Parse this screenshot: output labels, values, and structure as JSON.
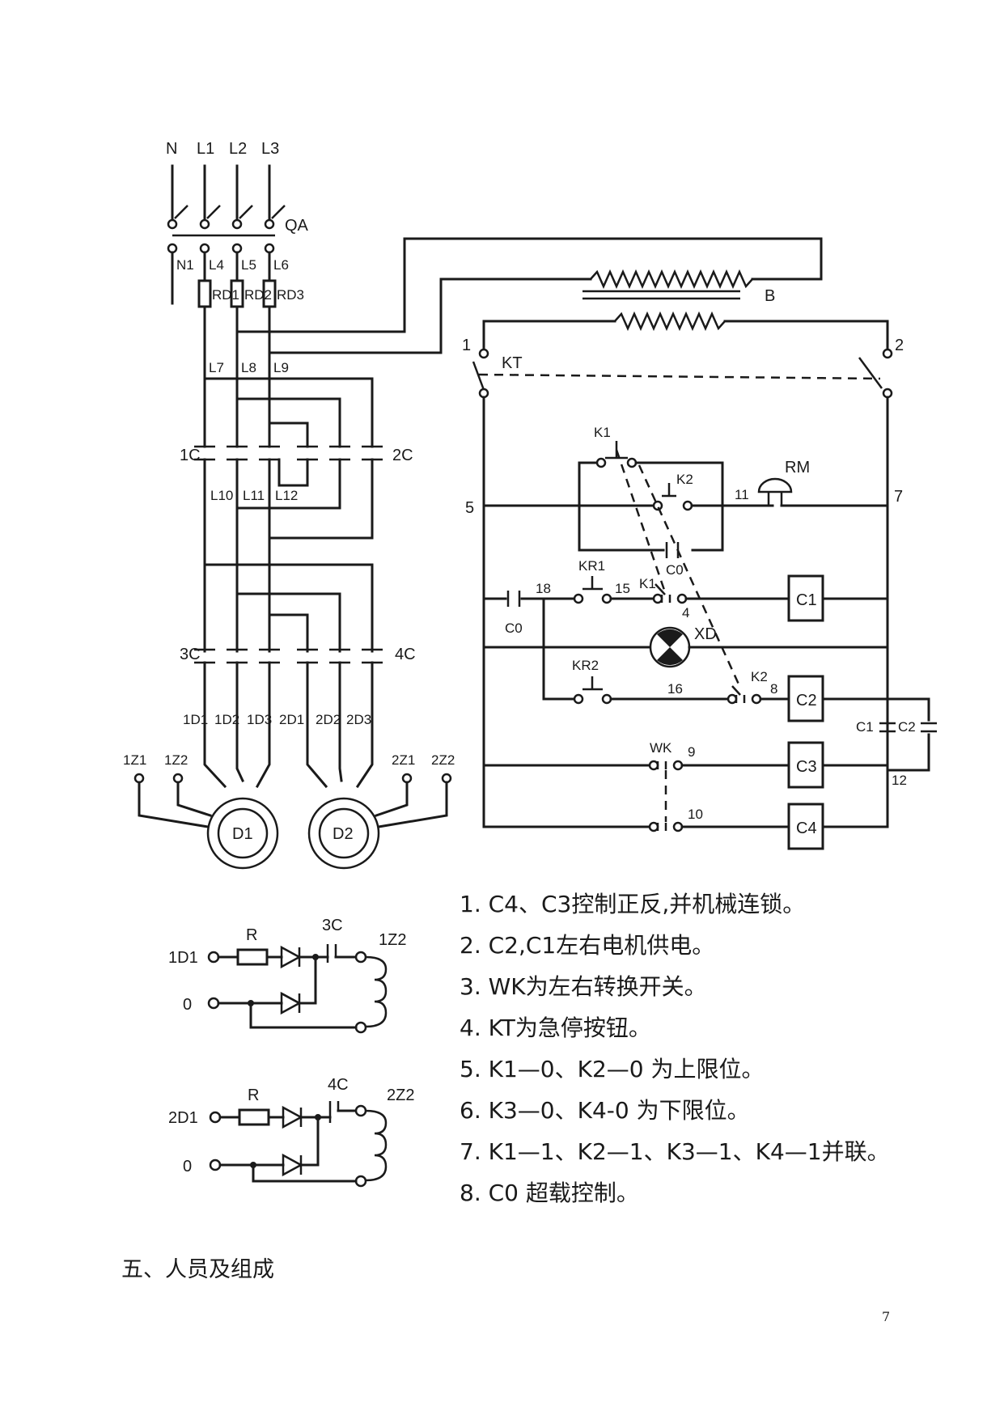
{
  "labels": {
    "N": "N",
    "L1": "L1",
    "L2": "L2",
    "L3": "L3",
    "QA": "QA",
    "N1": "N1",
    "L4": "L4",
    "L5": "L5",
    "L6": "L6",
    "RD1": "RD1",
    "RD2": "RD2",
    "RD3": "RD3",
    "L7": "L7",
    "L8": "L8",
    "L9": "L9",
    "C1": "1C",
    "C2": "2C",
    "L10": "L10",
    "L11": "L11",
    "L12": "L12",
    "C3": "3C",
    "C4": "4C",
    "D1_1": "1D1",
    "D1_2": "1D2",
    "D1_3": "1D3",
    "D2_1": "2D1",
    "D2_2": "2D2",
    "D2_3": "2D3",
    "Z1_1": "1Z1",
    "Z1_2": "1Z2",
    "Z2_1": "2Z1",
    "Z2_2": "2Z2",
    "motor1": "D1",
    "motor2": "D2",
    "B": "B",
    "KT": "KT",
    "n1": "1",
    "n2": "2",
    "K1": "K1",
    "K2": "K2",
    "RM": "RM",
    "n5": "5",
    "n7": "7",
    "n11": "11",
    "KR1": "KR1",
    "Co": "C0",
    "Co2": "C0",
    "n18": "18",
    "n15": "15",
    "K1b": "K1",
    "n4": "4",
    "coilC1": "C1",
    "XD": "XD",
    "KR2": "KR2",
    "n16": "16",
    "K2b": "K2",
    "n8": "8",
    "coilC2": "C2",
    "cC1": "C1",
    "cC2": "C2",
    "WK": "WK",
    "n9": "9",
    "coilC3": "C3",
    "n12": "12",
    "n10": "10",
    "coilC4": "C4"
  },
  "sub1": {
    "input": "1D1",
    "zero": "0",
    "R": "R",
    "contact": "3C",
    "coil": "1Z2"
  },
  "sub2": {
    "input": "2D1",
    "zero": "0",
    "R": "R",
    "contact": "4C",
    "coil": "2Z2"
  },
  "notes": [
    "1. C4、C3控制正反,并机械连锁。",
    "2. C2,C1左右电机供电。",
    "3. WK为左右转换开关。",
    "4. KT为急停按钮。",
    "5. K1—0、K2—0 为上限位。",
    "6. K3—0、K4-0  为下限位。",
    "7. K1—1、K2—1、K3—1、K4—1并联。",
    "8. C0 超载控制。"
  ],
  "section_title": "五、人员及组成",
  "page_number": "7"
}
